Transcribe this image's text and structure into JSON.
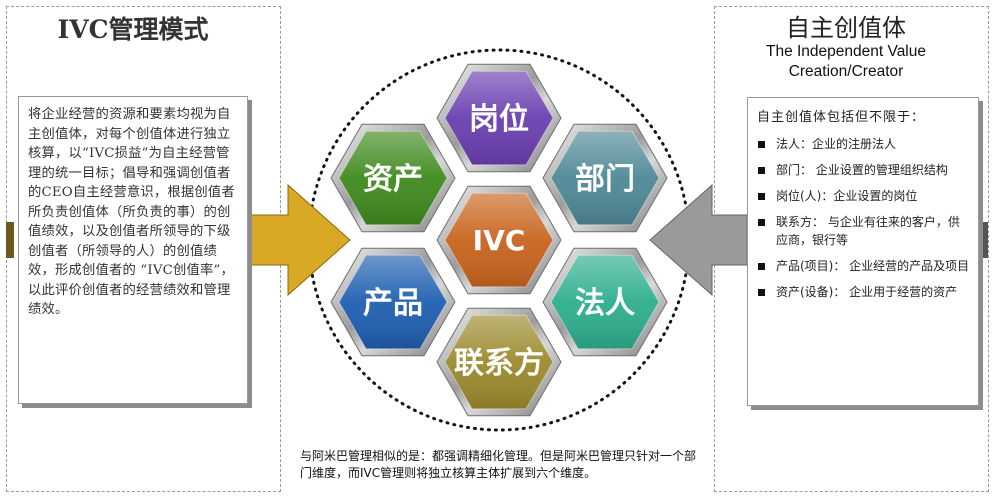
{
  "left": {
    "title": "IVC管理模式",
    "body": "将企业经营的资源和要素均视为自主创值体，对每个创值体进行独立核算，以“IVC损益”为自主经营管理的统一目标；倡导和强调创值者的CEO自主经营意识，根据创值者所负责创值体（所负责的事）的创值绩效，以及创值者所领导的下级创值者（所领导的人）的创值绩效，形成创值者的 “IVC创值率”，以此评价创值者的经营绩效和管理绩效。"
  },
  "right": {
    "title_cn": "自主创值体",
    "title_en_line1": "The Independent Value",
    "title_en_line2": "Creation/Creator",
    "intro": "自主创值体包括但不限于：",
    "items": [
      {
        "label": "法人：企业的注册法人"
      },
      {
        "label": "部门： 企业设置的管理组织结构"
      },
      {
        "label": "岗位(人)：企业设置的岗位"
      },
      {
        "label": "联系方： 与企业有往来的客户，供应商，银行等"
      },
      {
        "label": "产品(项目)：  企业经营的产品及项目"
      },
      {
        "label": "资产(设备)：  企业用于经营的资产"
      }
    ]
  },
  "hexagons": {
    "center": "IVC",
    "top": "岗位",
    "upper_right": "部门",
    "lower_right": "法人",
    "bottom": "联系方",
    "lower_left": "产品",
    "upper_left": "资产"
  },
  "colors": {
    "center": "#c8641e",
    "top": "#6a3fb0",
    "upper_right": "#4f8896",
    "lower_right": "#2eae8e",
    "bottom": "#9c8a2e",
    "lower_left": "#1f5fb0",
    "upper_left": "#3f8a1e",
    "left_arrow": "#d9a824",
    "right_arrow": "#9a9a9a"
  },
  "note": "与阿米巴管理相似的是：都强调精细化管理。但是阿米巴管理只针对一个部门维度，而IVC管理则将独立核算主体扩展到六个维度。"
}
